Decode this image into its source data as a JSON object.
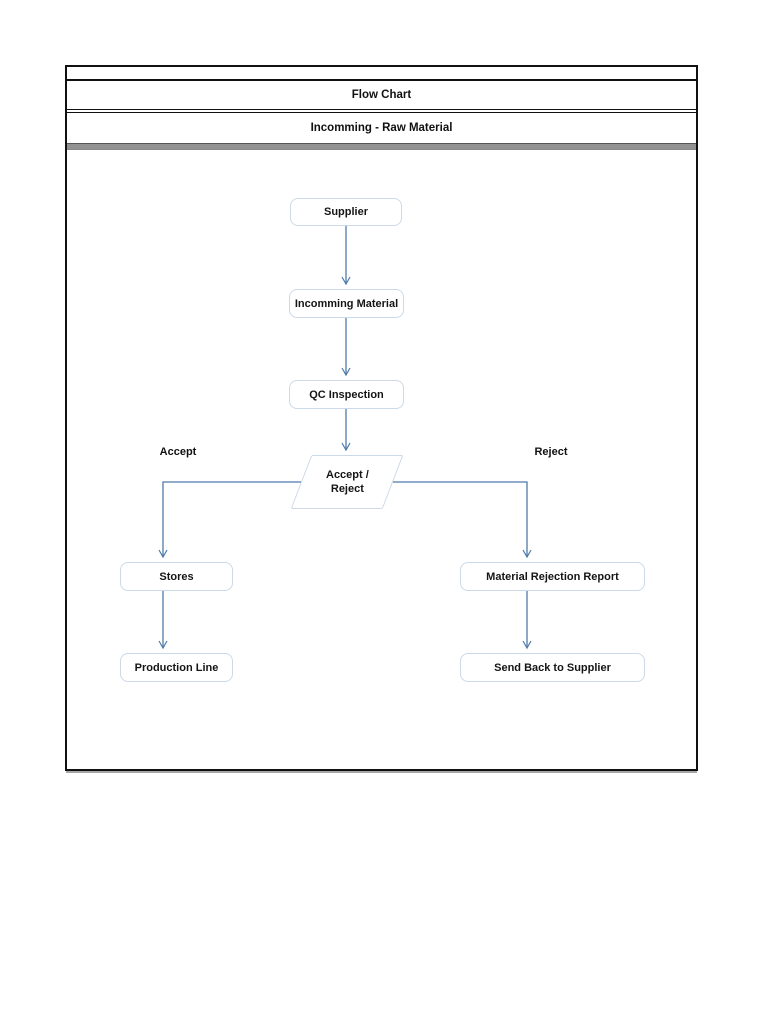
{
  "header": {
    "title": "Flow Chart",
    "subtitle": "Incomming - Raw Material"
  },
  "flowchart": {
    "nodes": {
      "supplier": "Supplier",
      "incoming_material": "Incomming Material",
      "qc_inspection": "QC Inspection",
      "decision_line1": "Accept /",
      "decision_line2": "Reject",
      "stores": "Stores",
      "production_line": "Production Line",
      "material_rejection_report": "Material Rejection Report",
      "send_back_to_supplier": "Send Back to Supplier"
    },
    "edge_labels": {
      "accept": "Accept",
      "reject": "Reject"
    },
    "edges": [
      {
        "from": "Supplier",
        "to": "Incomming Material"
      },
      {
        "from": "Incomming Material",
        "to": "QC Inspection"
      },
      {
        "from": "QC Inspection",
        "to": "Accept / Reject"
      },
      {
        "from": "Accept / Reject",
        "to": "Stores",
        "label": "Accept"
      },
      {
        "from": "Accept / Reject",
        "to": "Material Rejection Report",
        "label": "Reject"
      },
      {
        "from": "Stores",
        "to": "Production Line"
      },
      {
        "from": "Material Rejection Report",
        "to": "Send Back to Supplier"
      }
    ],
    "colors": {
      "arrow": "#4e7bab",
      "node_border": "#ccd9e8",
      "frame": "#111111",
      "separator_gray": "#929292"
    }
  }
}
